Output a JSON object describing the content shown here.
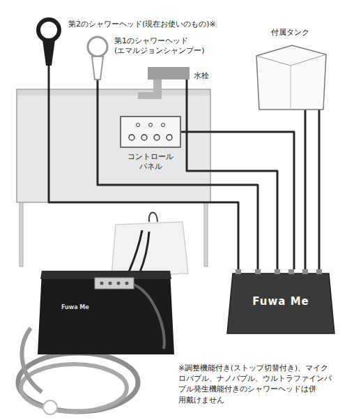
{
  "diagram": {
    "nodes": [
      {
        "text": [
          "第2のシャワーヘッド(現在お使いのもの)※"
        ]
      },
      {
        "text": [
          "付属タンク"
        ]
      },
      {
        "text": [
          "第1のシャワーヘッド (エマルジョンシャンプー)"
        ]
      },
      {
        "text": [
          "水栓"
        ]
      },
      {
        "text": [
          "コントロール パネル"
        ]
      },
      {
        "text": [
          "Fuwa Me"
        ]
      }
    ],
    "edges": [
      {
        "from": 0,
        "to": 5,
        "arrow": "none"
      },
      {
        "from": 1,
        "to": 5,
        "arrow": "none"
      },
      {
        "from": 1,
        "to": 5,
        "arrow": "none"
      },
      {
        "from": 2,
        "to": 5,
        "arrow": "none"
      },
      {
        "from": 3,
        "to": 5,
        "arrow": "none"
      },
      {
        "from": 4,
        "to": 5,
        "arrow": "none"
      }
    ],
    "labels": [
      "Fuwa Me",
      "※調整機能付き(ストップ切替付き)、マイク ロバブル、ナノバブル、ウルトラファインバ ブル発生機能付きのシャワーヘッドは併 用戴けません"
    ]
  }
}
